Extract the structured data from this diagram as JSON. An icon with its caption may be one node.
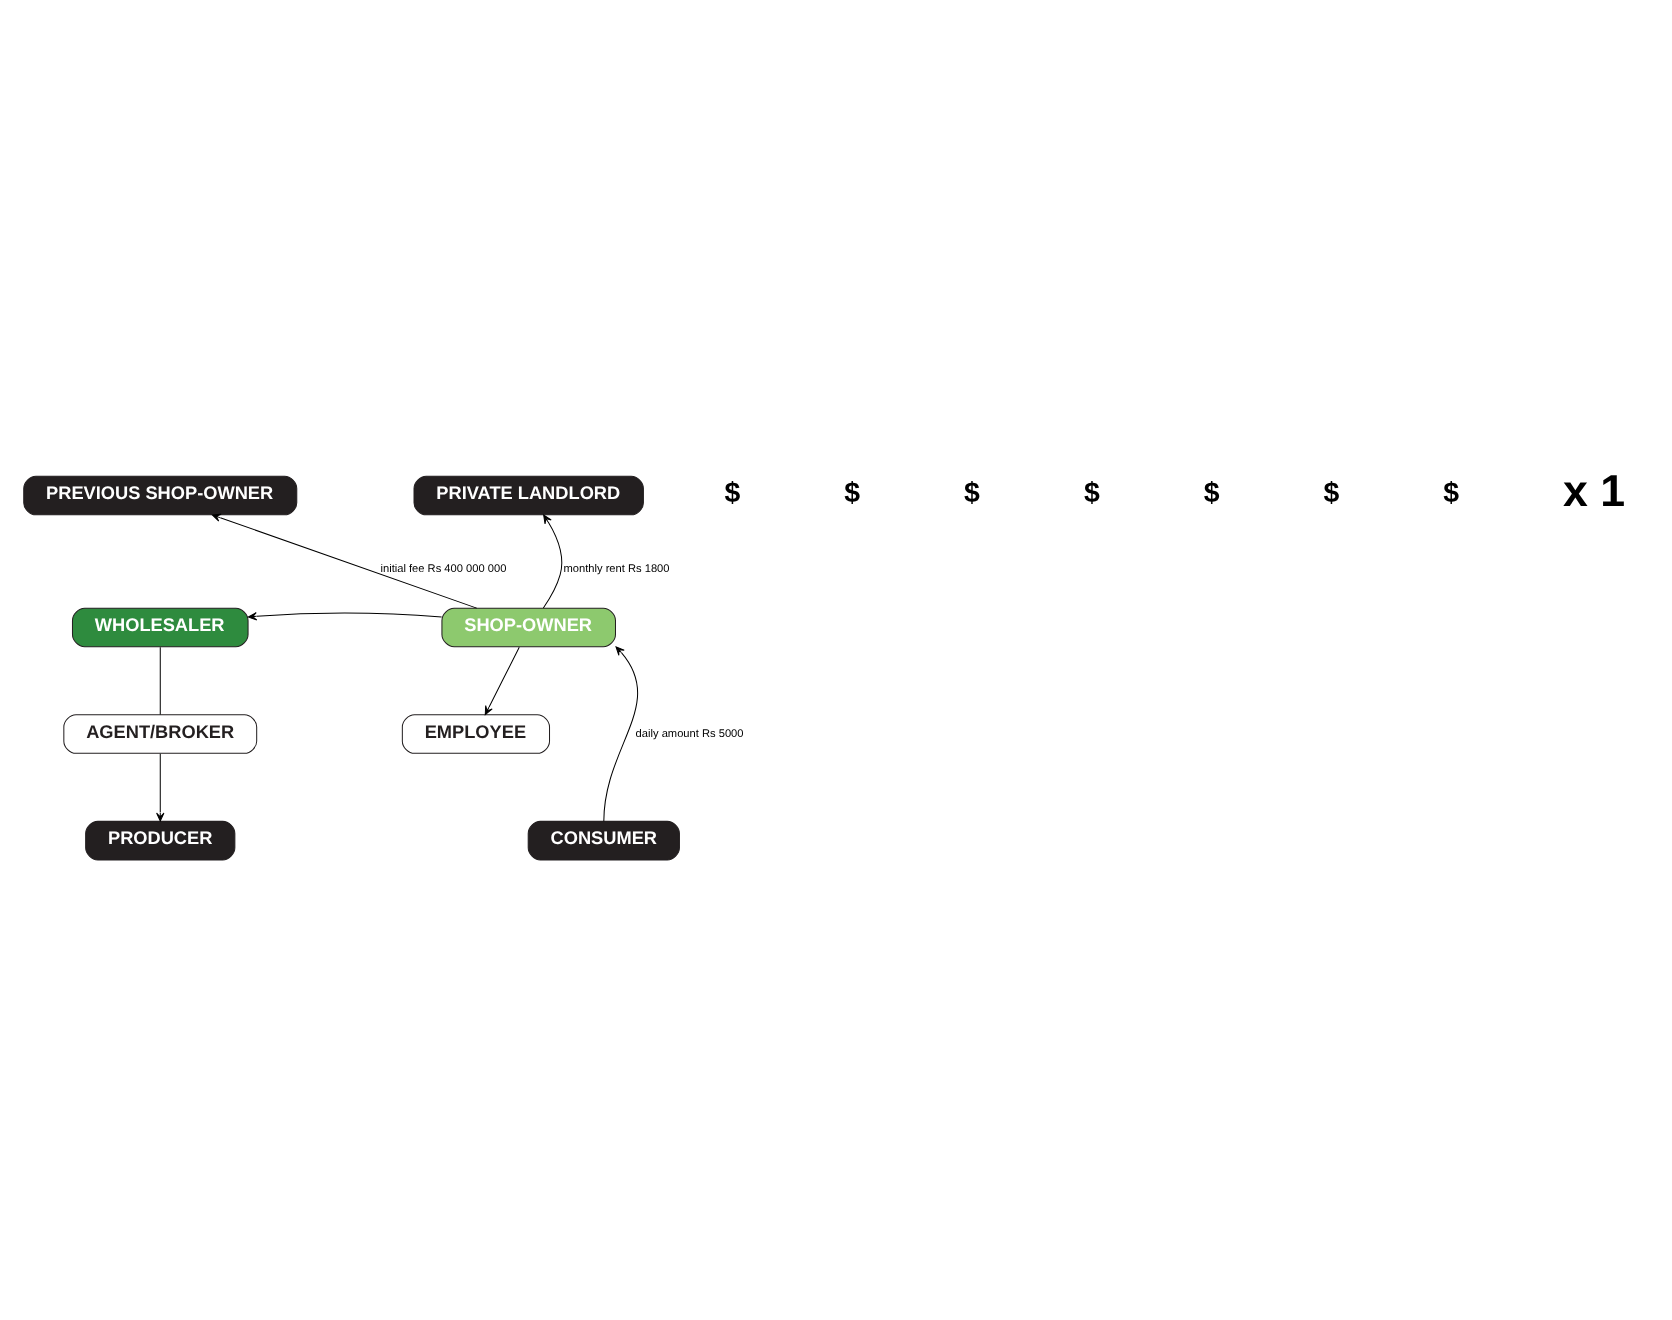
{
  "diagram": {
    "nodes": [
      {
        "text": [
          "PREVIOUS SHOP-OWNER"
        ]
      },
      {
        "text": [
          "PRIVATE LANDLORD"
        ]
      },
      {
        "text": [
          "WHOLESALER"
        ]
      },
      {
        "text": [
          "SHOP-OWNER"
        ]
      },
      {
        "text": [
          "AGENT/BROKER"
        ]
      },
      {
        "text": [
          "EMPLOYEE"
        ]
      },
      {
        "text": [
          "PRODUCER"
        ]
      },
      {
        "text": [
          "CONSUMER"
        ]
      }
    ],
    "edges": [
      {
        "from": 3,
        "to": 0,
        "arrow": "to",
        "label": "initial fee Rs 400 000 000"
      },
      {
        "from": 3,
        "to": 1,
        "arrow": "to",
        "label": "monthly rent Rs 1800"
      },
      {
        "from": 3,
        "to": 2,
        "arrow": "to"
      },
      {
        "from": 2,
        "to": 4,
        "arrow": "none"
      },
      {
        "from": 4,
        "to": 6,
        "arrow": "to"
      },
      {
        "from": 3,
        "to": 5,
        "arrow": "to"
      },
      {
        "from": 7,
        "to": 3,
        "arrow": "to",
        "label": "daily amount Rs 5000"
      }
    ],
    "labels": [
      "$",
      "$",
      "$",
      "$",
      "$",
      "$",
      "$",
      "x 1"
    ]
  }
}
